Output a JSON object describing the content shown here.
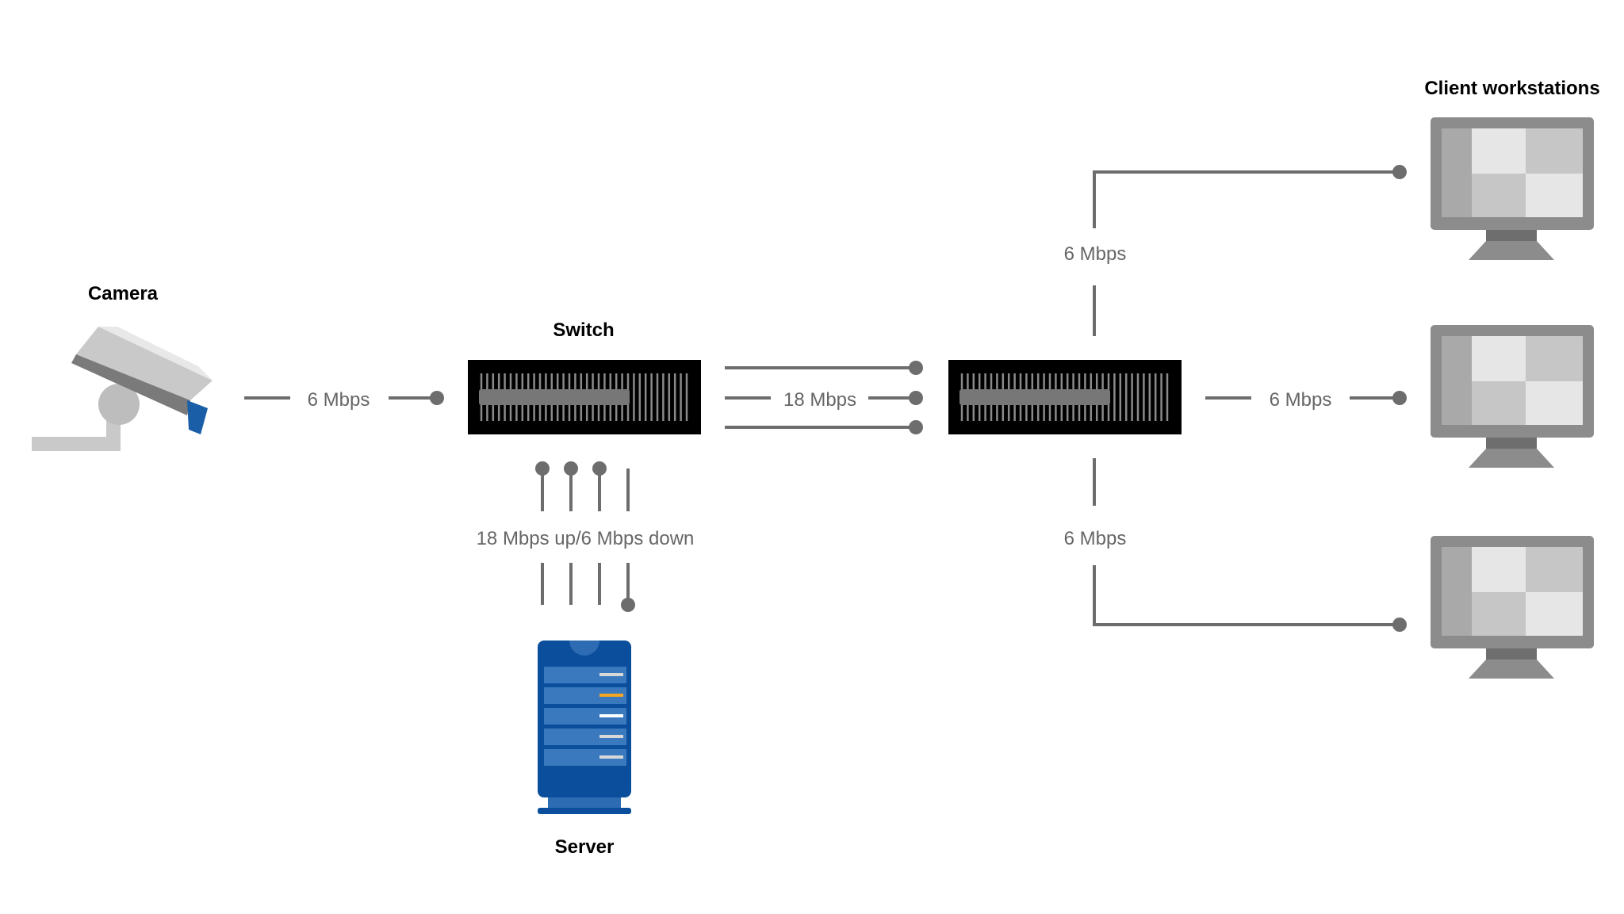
{
  "labels": {
    "camera": "Camera",
    "switch": "Switch",
    "server": "Server",
    "clients": "Client workstations"
  },
  "links": {
    "camera_to_switch": "6 Mbps",
    "server_link": "18 Mbps up/6 Mbps down",
    "switch_to_switch": "18 Mbps",
    "client_top": "6 Mbps",
    "client_middle": "6 Mbps",
    "client_bottom": "6 Mbps"
  },
  "colors": {
    "line": "#6d6d6d",
    "switch_body": "#000000",
    "server_blue": "#0b4f9c",
    "server_accent": "#f5a623",
    "camera_lens": "#1a5ea8"
  },
  "icons": {
    "camera": "security-camera-icon",
    "switch": "network-switch-icon",
    "server": "server-tower-icon",
    "workstation": "monitor-icon"
  }
}
